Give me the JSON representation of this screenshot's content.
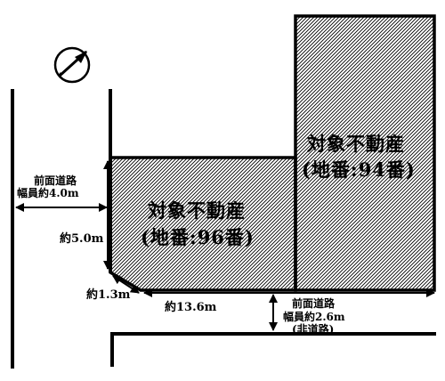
{
  "lots": [
    {
      "name": "対象不動産",
      "parcel": "(地番:94番)"
    },
    {
      "name": "対象不動産",
      "parcel": "(地番:96番)"
    }
  ],
  "road_left": {
    "title": "前面道路",
    "width": "幅員約4.0m"
  },
  "road_bottom": {
    "title": "前面道路",
    "width": "幅員約2.6m",
    "note": "(非道路)"
  },
  "dims": {
    "frontage": "約5.0m",
    "corner": "約1.3m",
    "depth": "約13.6m"
  },
  "icons": {
    "north": "north-arrow-icon"
  }
}
